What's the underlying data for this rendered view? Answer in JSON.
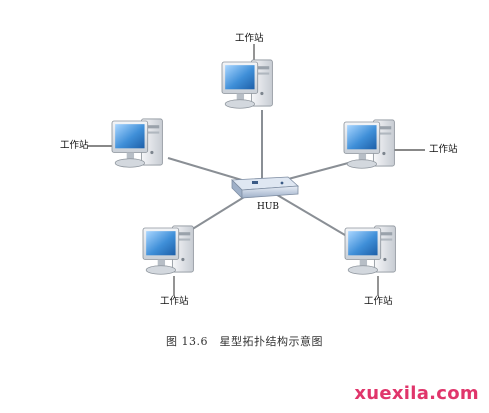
{
  "diagram": {
    "hub_label": "HUB",
    "workstation_label": "工作站",
    "caption": "图 13.6　星型拓扑结构示意图",
    "colors": {
      "cable": "#8a8f95",
      "screen": "#3f8fd8",
      "monitor_body": "#dfe3e8",
      "tower": "#e4e7eb",
      "hub": "#b9c7da",
      "leader": "#111111"
    }
  },
  "watermark": "xuexila.com"
}
